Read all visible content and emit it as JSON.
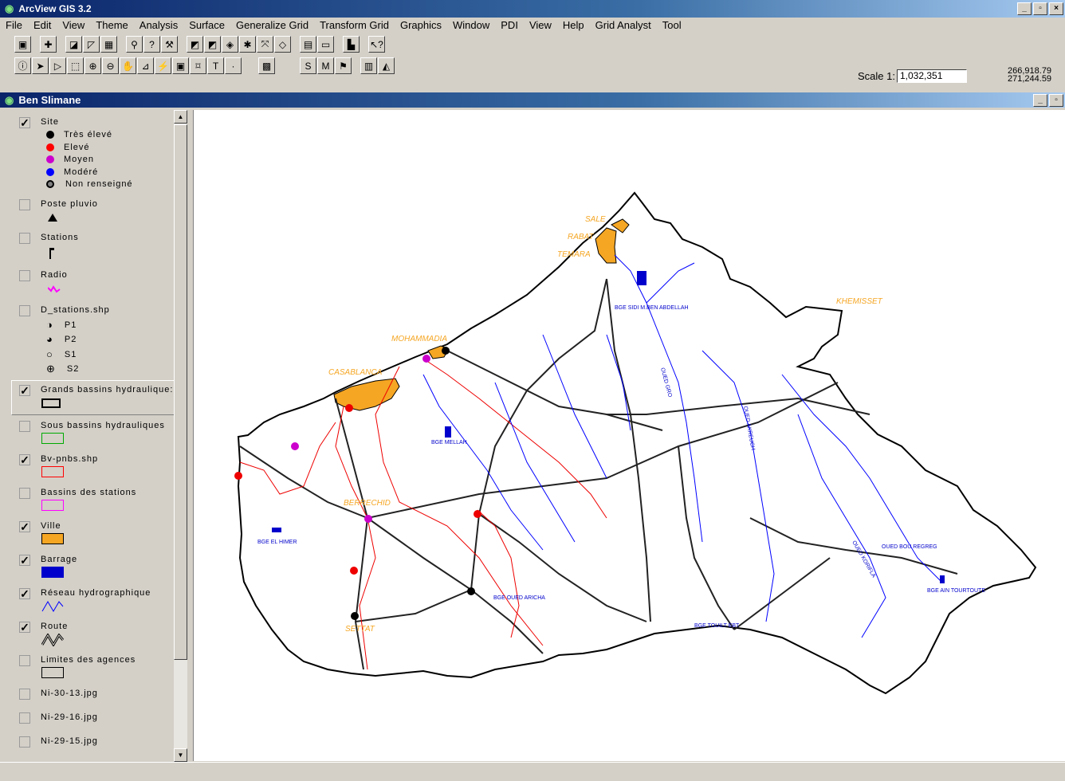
{
  "app": {
    "title": "ArcView GIS 3.2"
  },
  "menu": [
    "File",
    "Edit",
    "View",
    "Theme",
    "Analysis",
    "Surface",
    "Generalize Grid",
    "Transform Grid",
    "Graphics",
    "Window",
    "PDI",
    "View",
    "Help",
    "Grid Analyst",
    "Tool"
  ],
  "toolbar": {
    "scale_label": "Scale 1:",
    "scale_value": "1,032,351",
    "coord_x": "266,918.79",
    "coord_y": "271,244.59"
  },
  "view": {
    "title": "Ben Slimane"
  },
  "themes": {
    "site": {
      "name": "Site",
      "checked": true,
      "legend": [
        "Très élevé",
        "Elevé",
        "Moyen",
        "Modéré",
        "Non renseigné"
      ],
      "legend_colors": [
        "#000000",
        "#ff0000",
        "#cc00cc",
        "#0000ff",
        "#808080"
      ]
    },
    "poste": {
      "name": "Poste pluvio",
      "checked": false
    },
    "stations": {
      "name": "Stations",
      "checked": false
    },
    "radio": {
      "name": "Radio",
      "checked": false
    },
    "dstations": {
      "name": "D_stations.shp",
      "checked": false,
      "legend": [
        "P1",
        "P2",
        "S1",
        "S2"
      ]
    },
    "grands": {
      "name": "Grands bassins hydraulique:",
      "checked": true
    },
    "sous": {
      "name": "Sous bassins hydrauliques",
      "checked": false
    },
    "bv": {
      "name": "Bv-pnbs.shp",
      "checked": true
    },
    "bassins": {
      "name": "Bassins des stations",
      "checked": false
    },
    "ville": {
      "name": "Ville",
      "checked": true
    },
    "barrage": {
      "name": "Barrage",
      "checked": true
    },
    "reseau": {
      "name": "Réseau hydrographique",
      "checked": true
    },
    "route": {
      "name": "Route",
      "checked": true
    },
    "limites": {
      "name": "Limites des agences",
      "checked": false
    },
    "ni3013": {
      "name": "Ni-30-13.jpg",
      "checked": false
    },
    "ni2916": {
      "name": "Ni-29-16.jpg",
      "checked": false
    },
    "ni2915": {
      "name": "Ni-29-15.jpg",
      "checked": false
    }
  },
  "map": {
    "cities": [
      "SALE",
      "RABAT",
      "TEMARA",
      "MOHAMMADIA",
      "CASABLANCA",
      "BERRECHID",
      "SETTAT",
      "KHEMISSET"
    ],
    "dams": [
      "BGE SIDI M.BEN ABDELLAH",
      "BGE MELLAH",
      "BGE EL HIMER",
      "BGE OUED ARICHA",
      "BGE TOUILT EBT",
      "BGE AIN TOURTOUTE"
    ],
    "rivers": [
      "OUED GRO",
      "OUED AKREUCH",
      "OUED KORIFLA",
      "OUED BOU REGREG"
    ]
  },
  "colors": {
    "title_bg": "#0a246a",
    "city": "#f5a623",
    "river": "#0000ff",
    "route": "#000000",
    "bv": "#ff0000",
    "dam": "#0000cc"
  }
}
